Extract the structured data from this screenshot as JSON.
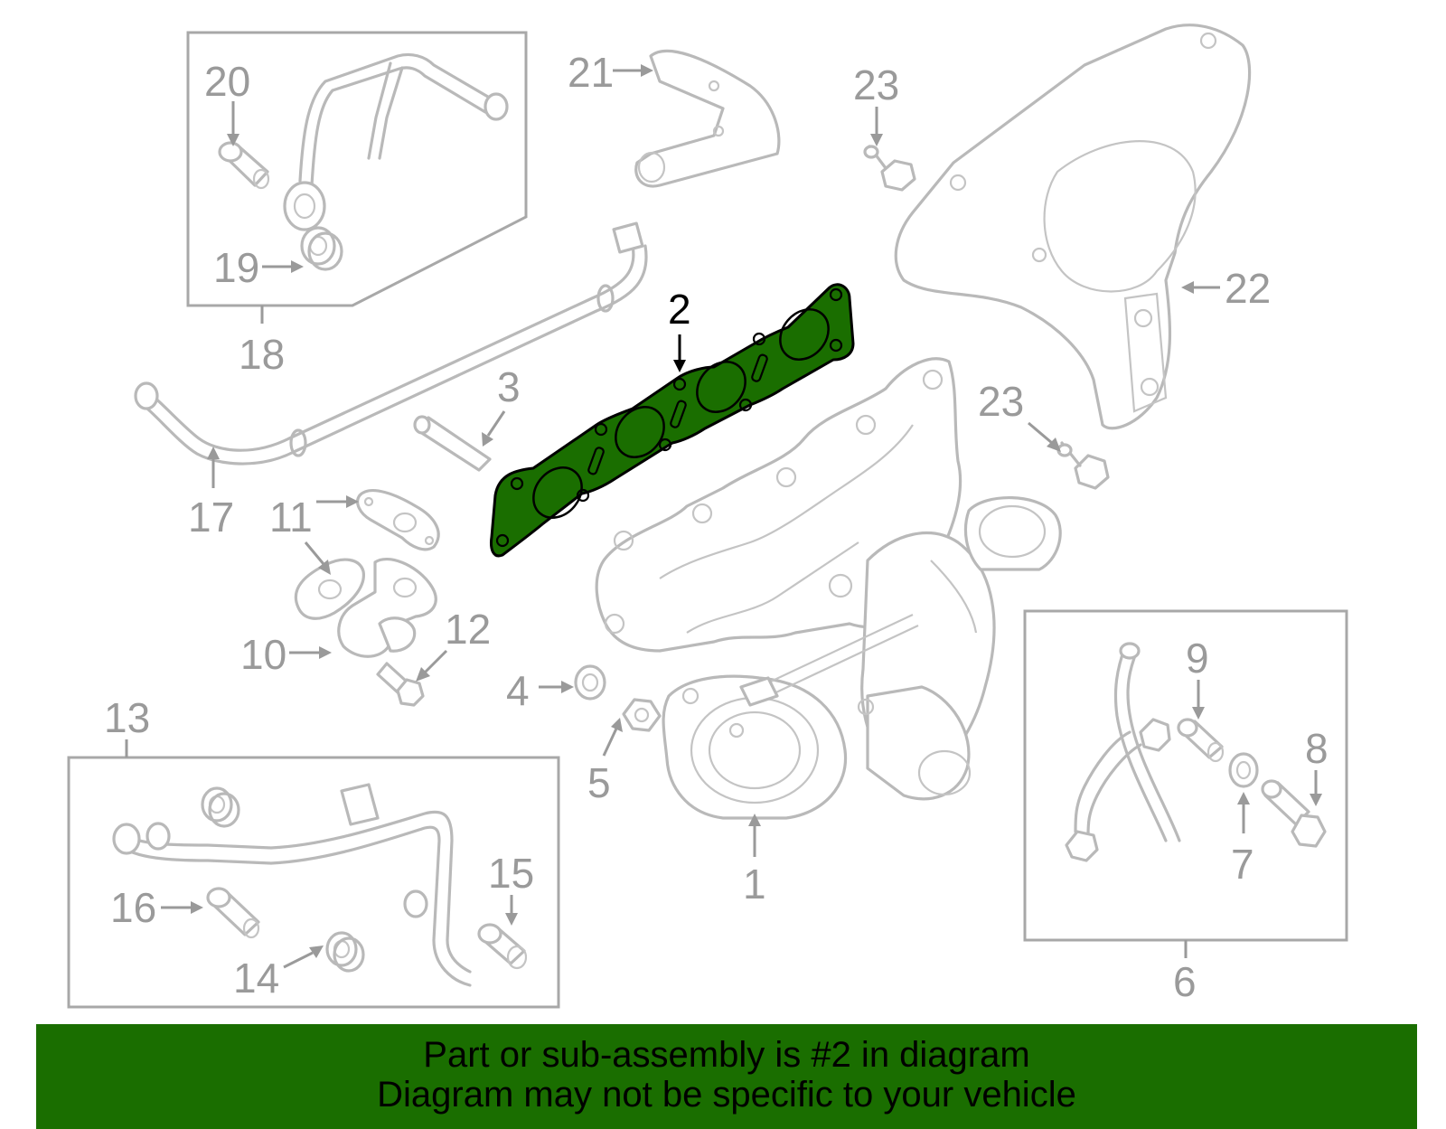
{
  "diagram": {
    "callouts": [
      {
        "id": "1",
        "label": "1"
      },
      {
        "id": "2",
        "label": "2"
      },
      {
        "id": "3",
        "label": "3"
      },
      {
        "id": "4",
        "label": "4"
      },
      {
        "id": "5",
        "label": "5"
      },
      {
        "id": "6",
        "label": "6"
      },
      {
        "id": "7",
        "label": "7"
      },
      {
        "id": "8",
        "label": "8"
      },
      {
        "id": "9",
        "label": "9"
      },
      {
        "id": "10",
        "label": "10"
      },
      {
        "id": "11",
        "label": "11"
      },
      {
        "id": "12",
        "label": "12"
      },
      {
        "id": "13",
        "label": "13"
      },
      {
        "id": "14",
        "label": "14"
      },
      {
        "id": "15",
        "label": "15"
      },
      {
        "id": "16",
        "label": "16"
      },
      {
        "id": "17",
        "label": "17"
      },
      {
        "id": "18",
        "label": "18"
      },
      {
        "id": "19",
        "label": "19"
      },
      {
        "id": "20",
        "label": "20"
      },
      {
        "id": "21",
        "label": "21"
      },
      {
        "id": "22",
        "label": "22"
      },
      {
        "id": "23a",
        "label": "23"
      },
      {
        "id": "23b",
        "label": "23"
      }
    ],
    "highlighted_part": "2",
    "colors": {
      "highlight_fill": "#1a6e00",
      "banner_fill": "#1a6e00",
      "part_stroke": "#b9b9b9",
      "callout_text": "#9a9a9a"
    }
  },
  "banner": {
    "line1": "Part or sub-assembly is #2 in diagram",
    "line2": "Diagram may not be specific to your vehicle"
  }
}
